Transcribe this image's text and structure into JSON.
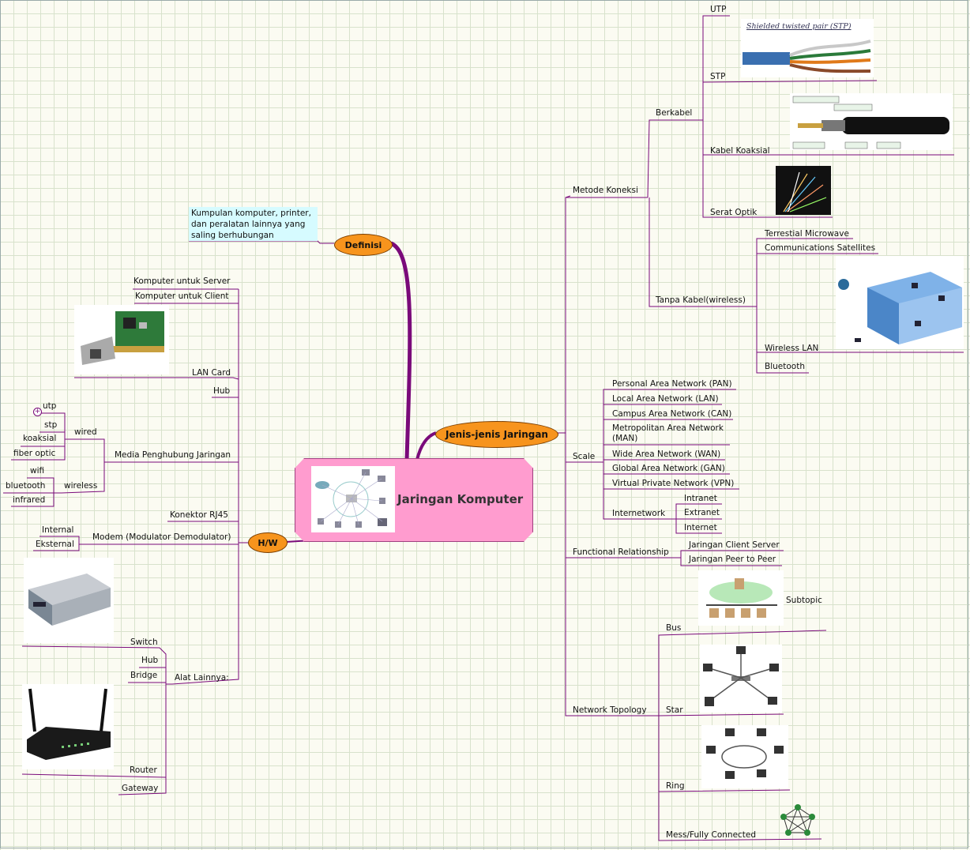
{
  "center": {
    "title": "Jaringan Komputer"
  },
  "main": {
    "definisi": "Definisi",
    "definisi_text": "Kumpulan komputer, printer, dan peralatan lainnya yang saling berhubungan",
    "jenis": "Jenis-jenis Jaringan",
    "hw": "H/W"
  },
  "hw": {
    "server": "Komputer untuk Server",
    "client": "Komputer untuk Client",
    "lan_card": "LAN Card",
    "hub": "Hub",
    "media": "Media Penghubung Jaringan",
    "wired": "wired",
    "utp": "utp",
    "stp": "stp",
    "koaksial": "koaksial",
    "fiber": "fiber optic",
    "wireless": "wireless",
    "wifi": "wifi",
    "bluetooth": "bluetooth",
    "infrared": "infrared",
    "rj45": "Konektor RJ45",
    "modem": "Modem (Modulator Demodulator)",
    "internal": "Internal",
    "eksternal": "Eksternal",
    "alat": "Alat Lainnya:",
    "switch": "Switch",
    "hub2": "Hub",
    "bridge": "Bridge",
    "router": "Router",
    "gateway": "Gateway"
  },
  "jenis": {
    "metode": "Metode Koneksi",
    "berkabel": "Berkabel",
    "utp": "UTP",
    "stp": "STP",
    "stp_caption": "Shielded twisted pair (STP)",
    "koaksial": "Kabel Koaksial",
    "serat": "Serat Optik",
    "tanpa": "Tanpa Kabel(wireless)",
    "microwave": "Terrestial Microwave",
    "satellites": "Communications Satellites",
    "wlan": "Wireless LAN",
    "bluetooth": "Bluetooth",
    "scale": "Scale",
    "pan": "Personal Area Network (PAN)",
    "lan": "Local Area Network (LAN)",
    "can": "Campus Area Network (CAN)",
    "man": "Metropolitan Area Network (MAN)",
    "wan": "Wide Area Network (WAN)",
    "gan": "Global Area Network (GAN)",
    "vpn": "Virtual Private Network (VPN)",
    "internetwork": "Internetwork",
    "intranet": "Intranet",
    "extranet": "Extranet",
    "internet": "Internet",
    "functional": "Functional Relationship",
    "client_server": "Jaringan Client Server",
    "p2p": "Jaringan Peer to Peer",
    "topology": "Network Topology",
    "subtopic": "Subtopic",
    "bus": "Bus",
    "star": "Star",
    "ring": "Ring",
    "mesh": "Mess/Fully Connected"
  },
  "colors": {
    "branch": "#7a0a7a",
    "node": "#f7941d",
    "center": "#ff9ccf",
    "note": "#d6fbff"
  }
}
